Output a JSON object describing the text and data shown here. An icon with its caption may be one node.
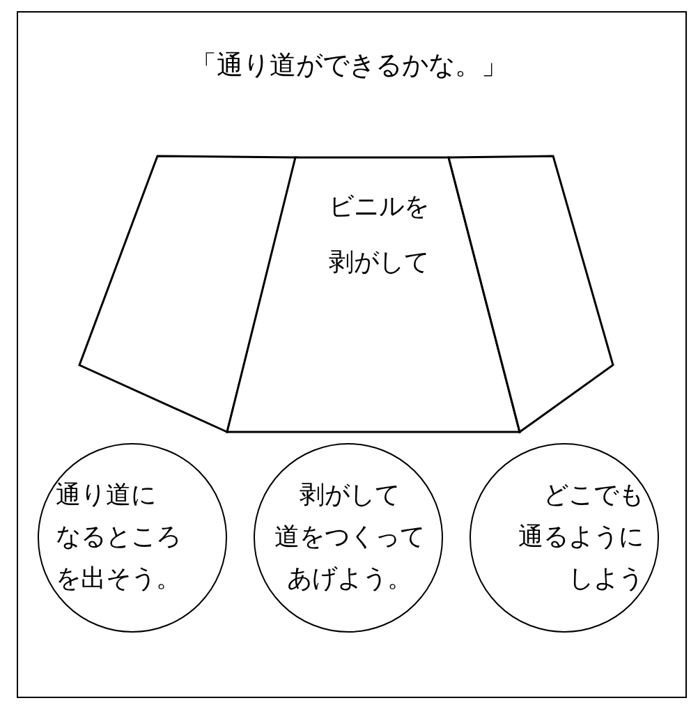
{
  "diagram": {
    "title": "「通り道ができるかな。」",
    "nodes": [
      {
        "text": [],
        "shape": "box"
      },
      {
        "text": [
          "ビニルを剥がして"
        ]
      },
      {
        "text": [],
        "shape": "box"
      },
      {
        "text": [
          "通り道になるところを出そう。"
        ]
      },
      {
        "text": [
          "剥がして道をつくってあげよう。"
        ]
      },
      {
        "text": [
          "どこでも通るようにしよう"
        ]
      }
    ]
  }
}
